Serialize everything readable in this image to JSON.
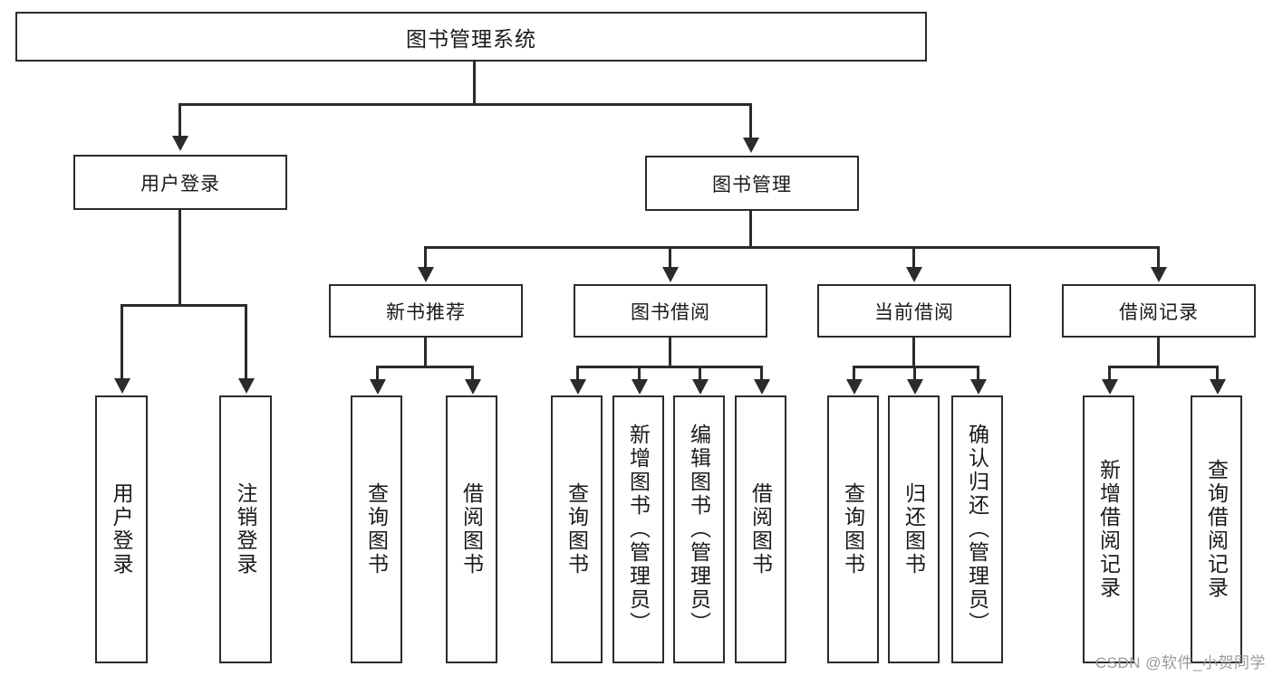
{
  "diagram": {
    "title": "图书管理系统",
    "type": "tree-hierarchy-chart",
    "root": {
      "label": "图书管理系统"
    },
    "level2": [
      {
        "id": "user-login",
        "label": "用户登录"
      },
      {
        "id": "book-management",
        "label": "图书管理"
      }
    ],
    "level3": [
      {
        "id": "new-book-recommend",
        "label": "新书推荐"
      },
      {
        "id": "book-borrow",
        "label": "图书借阅"
      },
      {
        "id": "current-borrow",
        "label": "当前借阅"
      },
      {
        "id": "borrow-record",
        "label": "借阅记录"
      }
    ],
    "leaves": {
      "user_login": [
        {
          "id": "leaf-user-login",
          "label": "用户登录"
        },
        {
          "id": "leaf-logout-login",
          "label": "注销登录"
        }
      ],
      "new_book_recommend": [
        {
          "id": "leaf-query-book-1",
          "label": "查询图书"
        },
        {
          "id": "leaf-borrow-book-1",
          "label": "借阅图书"
        }
      ],
      "book_borrow": [
        {
          "id": "leaf-query-book-2",
          "label": "查询图书"
        },
        {
          "id": "leaf-add-book",
          "label": "新增图书（管理员）"
        },
        {
          "id": "leaf-edit-book",
          "label": "编辑图书（管理员）"
        },
        {
          "id": "leaf-borrow-book-2",
          "label": "借阅图书"
        }
      ],
      "current_borrow": [
        {
          "id": "leaf-query-book-3",
          "label": "查询图书"
        },
        {
          "id": "leaf-return-book",
          "label": "归还图书"
        },
        {
          "id": "leaf-confirm-return",
          "label": "确认归还（管理员）"
        }
      ],
      "borrow_record": [
        {
          "id": "leaf-add-record",
          "label": "新增借阅记录"
        },
        {
          "id": "leaf-query-record",
          "label": "查询借阅记录"
        }
      ]
    }
  },
  "watermark": {
    "text": "CSDN @软件_小贺同学"
  },
  "colors": {
    "stroke": "#2b2b2b",
    "background": "#ffffff",
    "text": "#1a1a1a",
    "watermark": "#9a9a9a"
  }
}
